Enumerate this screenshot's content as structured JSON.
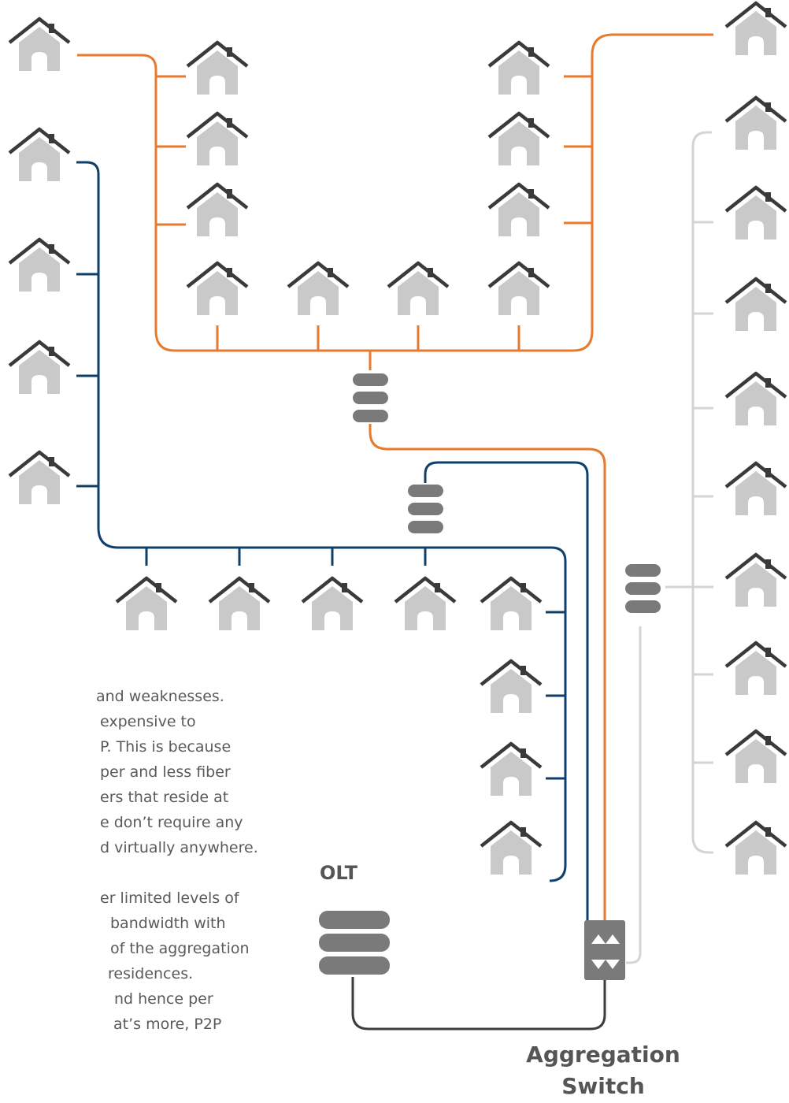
{
  "colors": {
    "orange": "#e87a2e",
    "navy": "#0f3f6b",
    "light_gray": "#d4d4d4",
    "dark_gray": "#3d3d3d",
    "house": "#c9c9c9",
    "roof": "#3a3a3a",
    "device": "#7a7a7a"
  },
  "labels": {
    "olt": "OLT",
    "aggregation_switch_line1": "Aggregation",
    "aggregation_switch_line2": "Switch"
  },
  "body_text_lines": [
    "and weaknesses.",
    "expensive to",
    "P. This is because",
    "per and less fiber",
    "ers that reside at",
    "e don’t require any",
    "d virtually anywhere.",
    "",
    "er limited levels of",
    "bandwidth with",
    "of the aggregation",
    "residences.",
    "nd hence per",
    "at’s more, P2P"
  ],
  "icons": {
    "house": "house-icon",
    "splitter": "splitter-icon",
    "switch": "aggregation-switch-icon",
    "olt": "olt-icon"
  }
}
